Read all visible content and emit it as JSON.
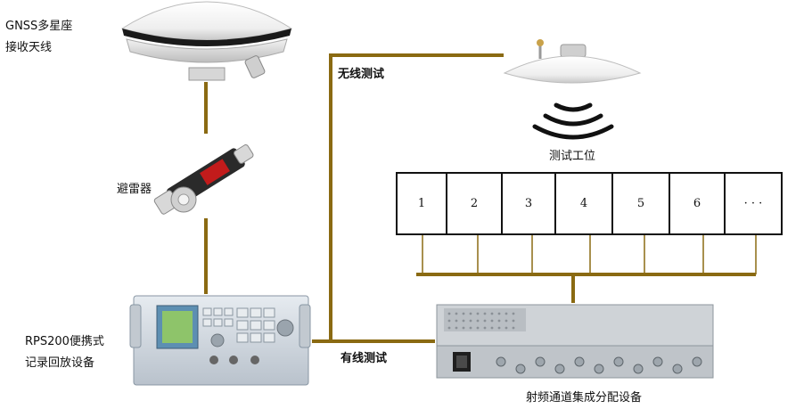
{
  "labels": {
    "antenna_line1": "GNSS多星座",
    "antenna_line2": "接收天线",
    "arrester": "避雷器",
    "recorder_line1": "RPS200便携式",
    "recorder_line2": "记录回放设备",
    "wireless_test": "无线测试",
    "wired_test": "有线测试",
    "test_station": "测试工位",
    "distributor": "射频通道集成分配设备"
  },
  "bays": [
    "1",
    "2",
    "3",
    "4",
    "5",
    "6",
    "· · ·"
  ],
  "colors": {
    "cable": "#8a6a12",
    "outline": "#111111"
  }
}
